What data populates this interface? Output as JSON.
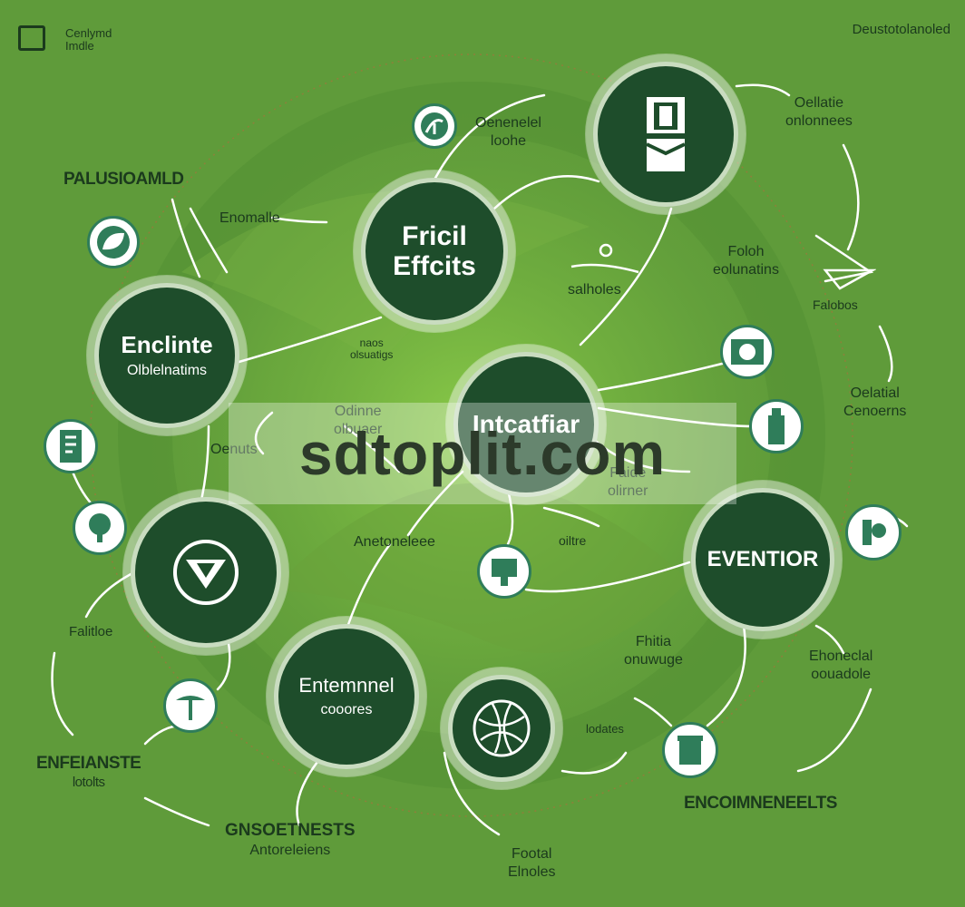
{
  "header": {
    "brand_line1": "Cenlymd",
    "brand_line2": "Imdle",
    "top_right": "Deustotolanoled"
  },
  "watermark": "sdtoplit.com",
  "nodes": {
    "fricil": {
      "title_line1": "Fricil",
      "title_line2": "Effcits"
    },
    "enclinte": {
      "title": "Enclinte",
      "subtitle": "Olblelnatims"
    },
    "intcatfiar": {
      "title": "Intcatfiar"
    },
    "eventior": {
      "title": "EVENTIOR"
    },
    "entemnnel": {
      "title": "Entemnnel",
      "subtitle": "cooores"
    }
  },
  "labels": {
    "palusioamld": "PALUSIOAMLD",
    "enomalle": "Enomalle",
    "onenelel_1": "Oenenelel",
    "onenelel_2": "loohe",
    "oellatie_1": "Oellatie",
    "oellatie_2": "onlonnees",
    "foloh_1": "Foloh",
    "foloh_2": "eolunatins",
    "salholes": "salholes",
    "falobos": "Falobos",
    "mid_small_1": "naos",
    "mid_small_2": "olsuatigs",
    "odinne_1": "Odinne",
    "odinne_2": "olbuaer",
    "oenuts": "Oenuts",
    "oelatial_1": "Oelatial",
    "oelatial_2": "Cenoerns",
    "faide_1": "Faide",
    "faide_2": "olirner",
    "anetoneleee": "Anetoneleee",
    "oiltre": "oiltre",
    "falitloe": "Falitloe",
    "fhitia_1": "Fhitia",
    "fhitia_2": "onuwuge",
    "ehoneclal_1": "Ehoneclal",
    "ehoneclal_2": "oouadole",
    "enfeianste_1": "ENFEIANSTE",
    "enfeianste_2": "lotolts",
    "lodates": "lodates",
    "encomnemeelts": "ENCOIMNENEELTS",
    "gnsoetnests_1": "GNSOETNESTS",
    "gnsoetnests_2": "Antoreleiens",
    "footal_1": "Footal",
    "footal_2": "Elnoles"
  },
  "colors": {
    "background": "#5f9b3a",
    "node_fill": "#1e4d2b",
    "node_ring": "#c9dcc0",
    "icon_ring": "#2f7d5a",
    "link": "#ffffff"
  },
  "icons": [
    "leaf-icon",
    "plant-icon",
    "factory-icon",
    "recycle-icon",
    "tree-icon",
    "scroll-icon",
    "plant-pot-icon",
    "gauge-icon",
    "solar-panel-icon",
    "bin-icon",
    "globe-icon",
    "shield-icon",
    "bottle-icon",
    "hand-icon",
    "arrow-icon"
  ]
}
